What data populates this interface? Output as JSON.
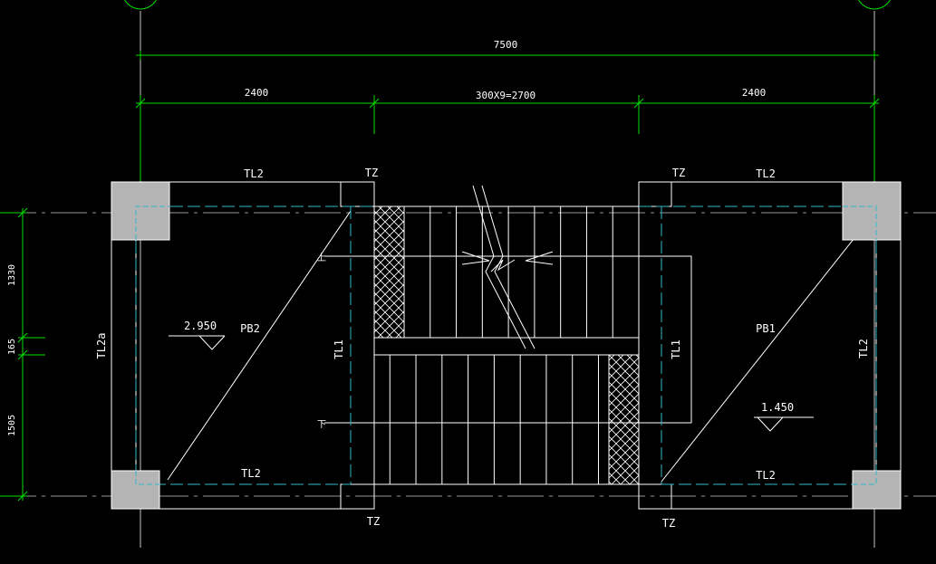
{
  "colors": {
    "background": "#000000",
    "structure": "#ffffff",
    "dimension": "#00e000",
    "hidden": "#35b8c8",
    "column_fill": "#b4b4b4",
    "axis": "#c8c8c8"
  },
  "dimensions": {
    "total": "7500",
    "left_span": "2400",
    "middle_span": "300X9=2700",
    "right_span": "2400",
    "vertical_top": "1330",
    "vertical_mid": "165",
    "vertical_bottom": "1505"
  },
  "labels": {
    "tl2_top_left": "TL2",
    "tz_top_left": "TZ",
    "tz_top_right": "TZ",
    "tl2_top_right": "TL2",
    "tl2a_left": "TL2a",
    "pb2": "PB2",
    "elev_left": "2.950",
    "tl1_left": "TL1",
    "tl1_right": "TL1",
    "pb1": "PB1",
    "tl2_right": "TL2",
    "elev_right": "1.450",
    "tl2_bottom_left": "TL2",
    "tl2_bottom_right": "TL2",
    "tz_bottom_left": "TZ",
    "tz_bottom_right": "TZ",
    "arrow_up_top": "上",
    "arrow_up_bottom": "下"
  },
  "stair": {
    "upper_flight_treads": 9,
    "lower_flight_treads": 9
  }
}
